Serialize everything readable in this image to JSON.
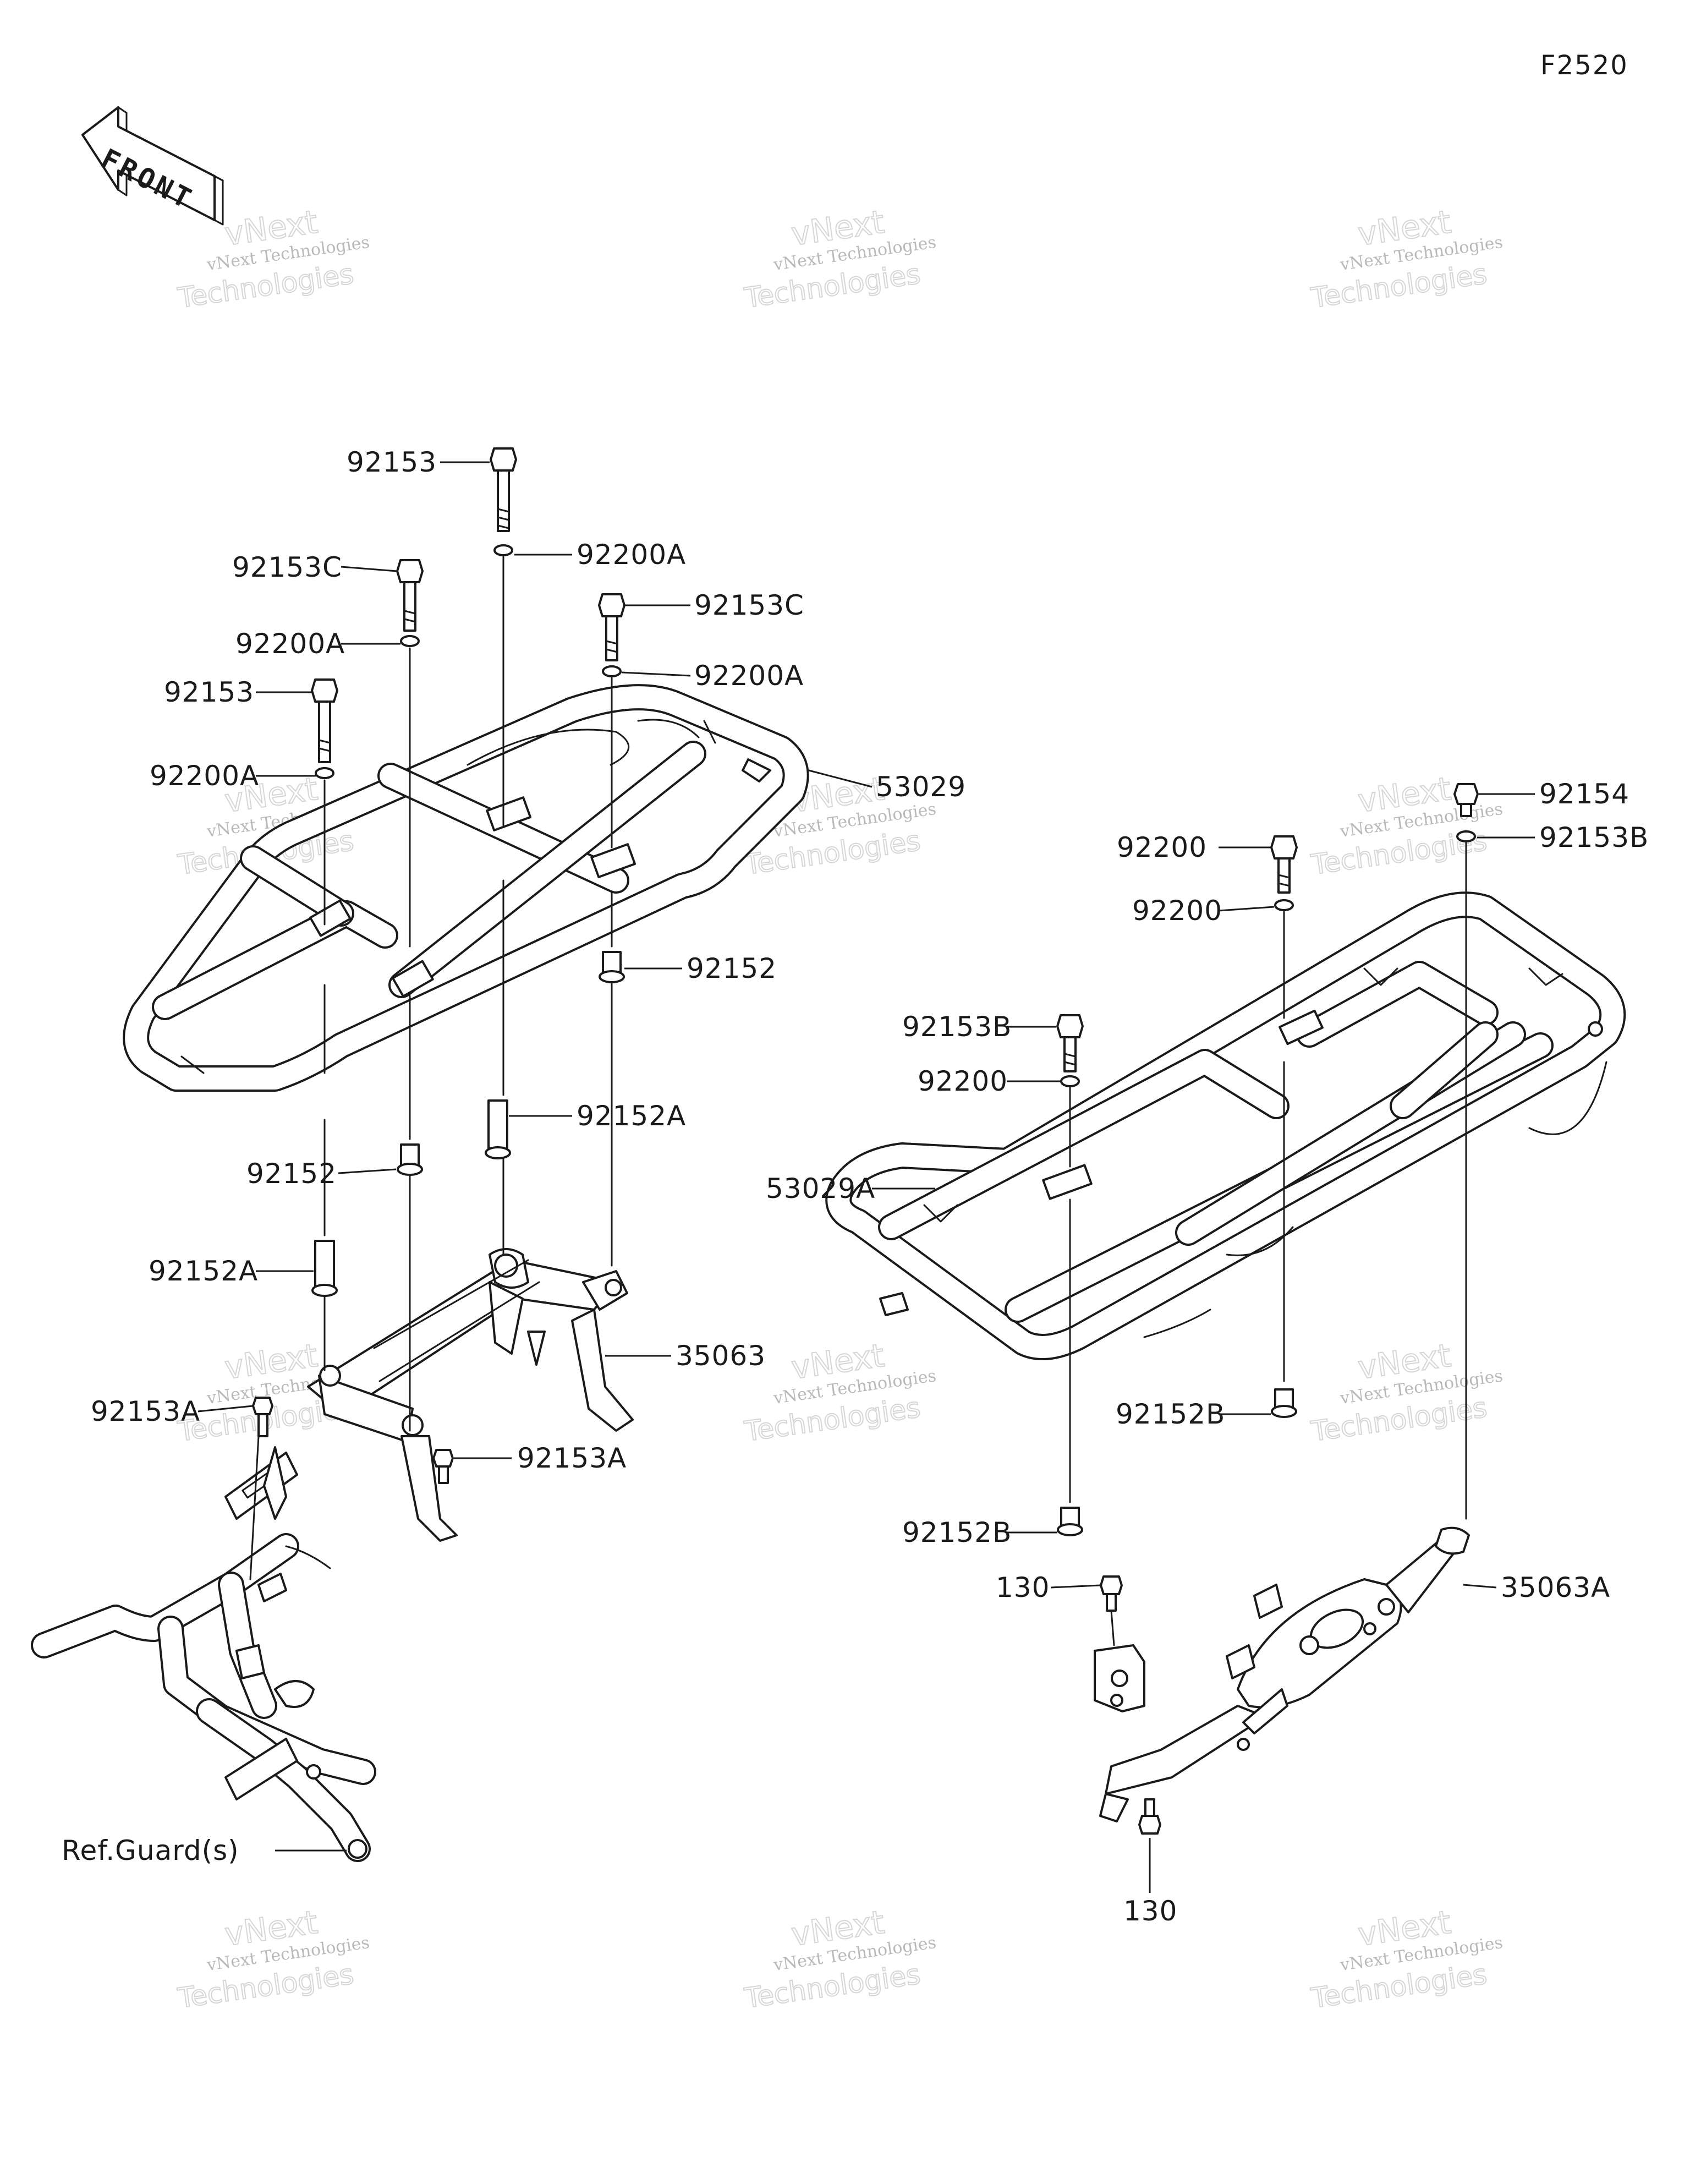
{
  "diagram_code": "F2520",
  "front_arrow_label": "FRONT",
  "watermark": {
    "line1": "vNext Technologies",
    "big1": "vNext",
    "big2": "Technologies"
  },
  "ref_label": "Ref.Guard(s)",
  "callouts": [
    {
      "id": "c1",
      "text": "92153"
    },
    {
      "id": "c2",
      "text": "92200A"
    },
    {
      "id": "c3",
      "text": "92153C"
    },
    {
      "id": "c4",
      "text": "92200A"
    },
    {
      "id": "c5",
      "text": "92153C"
    },
    {
      "id": "c6",
      "text": "92200A"
    },
    {
      "id": "c7",
      "text": "92153"
    },
    {
      "id": "c8",
      "text": "92200A"
    },
    {
      "id": "c9",
      "text": "53029"
    },
    {
      "id": "c10",
      "text": "92152"
    },
    {
      "id": "c11",
      "text": "92152A"
    },
    {
      "id": "c12",
      "text": "92152"
    },
    {
      "id": "c13",
      "text": "92152A"
    },
    {
      "id": "c14",
      "text": "35063"
    },
    {
      "id": "c15",
      "text": "92153A"
    },
    {
      "id": "c16",
      "text": "92153A"
    },
    {
      "id": "c17",
      "text": "92154"
    },
    {
      "id": "c18",
      "text": "92153B"
    },
    {
      "id": "c19",
      "text": "92200"
    },
    {
      "id": "c20",
      "text": "92200"
    },
    {
      "id": "c21",
      "text": "92153B"
    },
    {
      "id": "c22",
      "text": "92200"
    },
    {
      "id": "c23",
      "text": "53029A"
    },
    {
      "id": "c24",
      "text": "92152B"
    },
    {
      "id": "c25",
      "text": "92152B"
    },
    {
      "id": "c26",
      "text": "130"
    },
    {
      "id": "c27",
      "text": "35063A"
    },
    {
      "id": "c28",
      "text": "130"
    }
  ]
}
